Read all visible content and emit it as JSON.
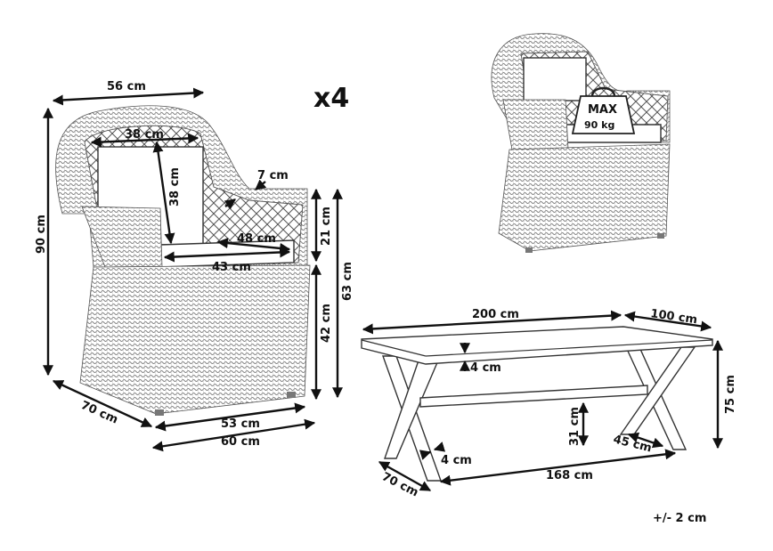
{
  "multiplier": "x4",
  "tolerance": "+/- 2 cm",
  "chair": {
    "width_top": "56 cm",
    "backrest_width": "38 cm",
    "backrest_height": "38 cm",
    "arm_thickness": "7 cm",
    "seat_depth": "48 cm",
    "seat_width": "43 cm",
    "height_total": "90 cm",
    "arm_above_seat": "21 cm",
    "seat_height": "42 cm",
    "arm_height": "63 cm",
    "depth": "70 cm",
    "inner_width": "53 cm",
    "width_bottom": "60 cm"
  },
  "load_badge": {
    "line1": "MAX",
    "line2": "90 kg"
  },
  "table": {
    "length": "200 cm",
    "width": "100 cm",
    "top_thickness": "4 cm",
    "height": "75 cm",
    "stretcher_height": "31 cm",
    "leg_thickness": "4 cm",
    "leg_spread": "45 cm",
    "leg_span": "168 cm",
    "leg_depth": "70 cm"
  }
}
